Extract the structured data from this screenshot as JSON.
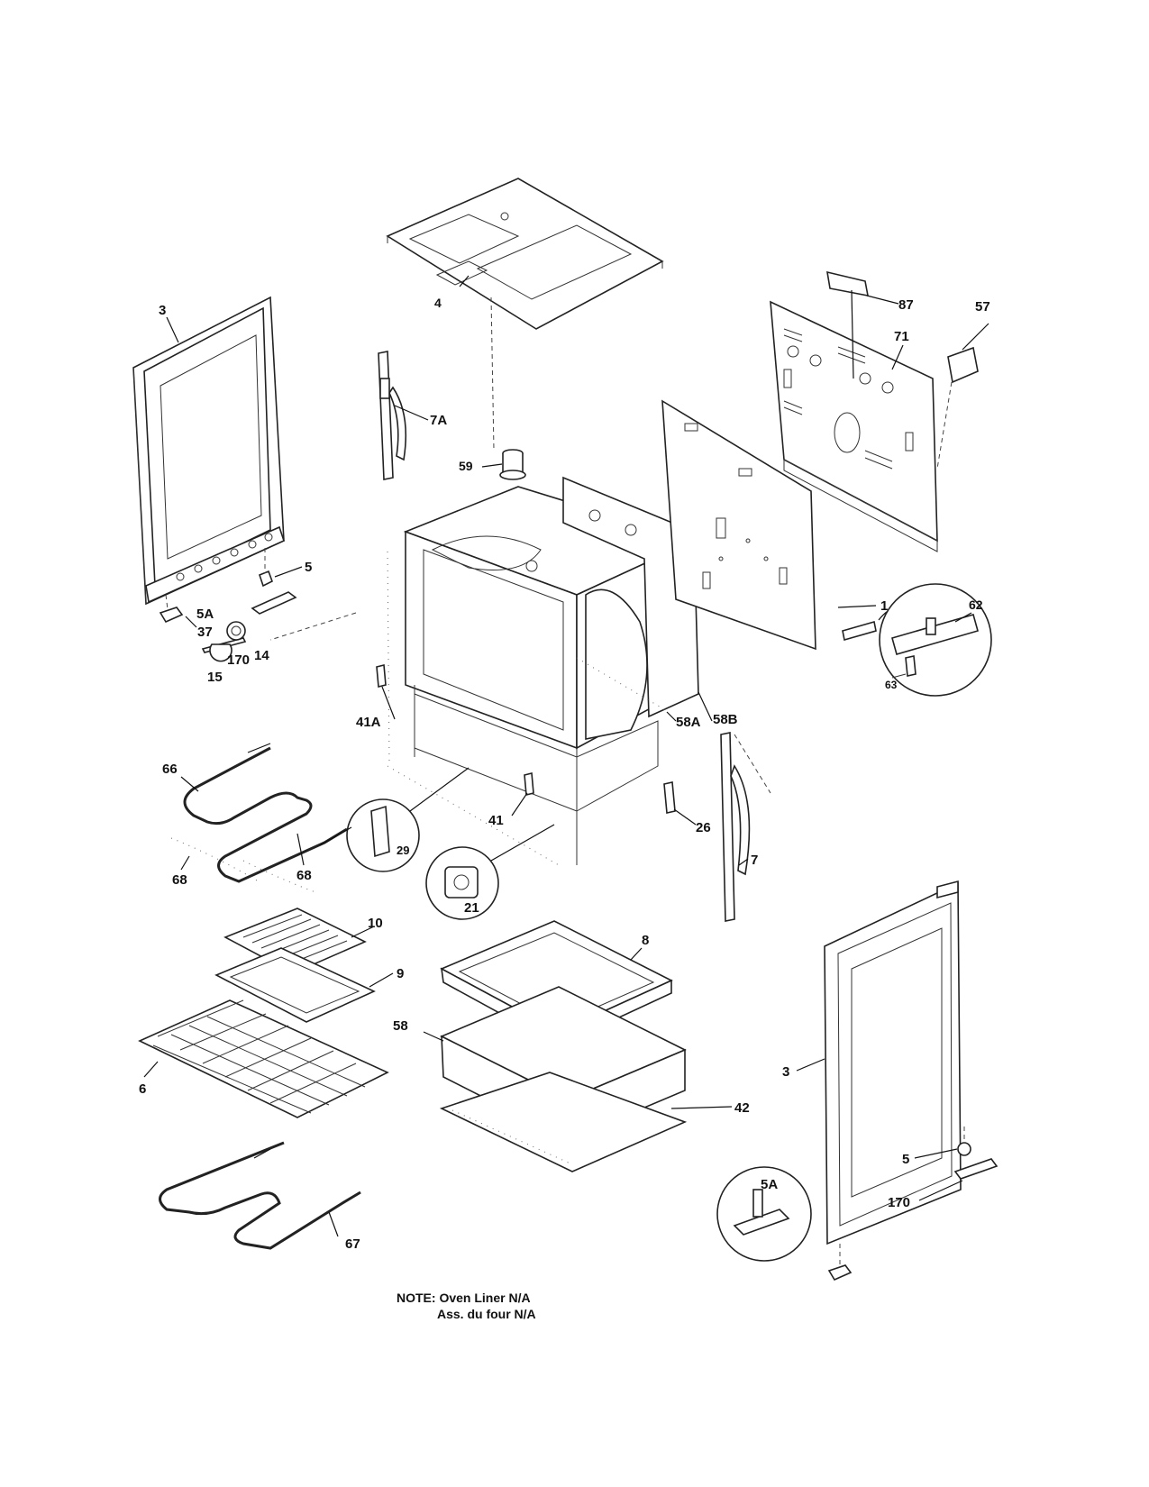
{
  "labels": [
    {
      "id": "p3-left",
      "text": "3"
    },
    {
      "id": "p4",
      "text": "4"
    },
    {
      "id": "p87",
      "text": "87"
    },
    {
      "id": "p57",
      "text": "57"
    },
    {
      "id": "p71",
      "text": "71"
    },
    {
      "id": "p7A",
      "text": "7A"
    },
    {
      "id": "p59",
      "text": "59"
    },
    {
      "id": "p5-left",
      "text": "5"
    },
    {
      "id": "p5A-left",
      "text": "5A"
    },
    {
      "id": "p37",
      "text": "37"
    },
    {
      "id": "p170-left",
      "text": "170"
    },
    {
      "id": "p14",
      "text": "14"
    },
    {
      "id": "p15",
      "text": "15"
    },
    {
      "id": "p1",
      "text": "1"
    },
    {
      "id": "p62",
      "text": "62"
    },
    {
      "id": "p63",
      "text": "63"
    },
    {
      "id": "p41A",
      "text": "41A"
    },
    {
      "id": "p58A",
      "text": "58A"
    },
    {
      "id": "p58B",
      "text": "58B"
    },
    {
      "id": "p66",
      "text": "66"
    },
    {
      "id": "p29",
      "text": "29"
    },
    {
      "id": "p41",
      "text": "41"
    },
    {
      "id": "p26",
      "text": "26"
    },
    {
      "id": "p7",
      "text": "7"
    },
    {
      "id": "p68-left",
      "text": "68"
    },
    {
      "id": "p68-right",
      "text": "68"
    },
    {
      "id": "p21",
      "text": "21"
    },
    {
      "id": "p10",
      "text": "10"
    },
    {
      "id": "p9",
      "text": "9"
    },
    {
      "id": "p8",
      "text": "8"
    },
    {
      "id": "p58",
      "text": "58"
    },
    {
      "id": "p6",
      "text": "6"
    },
    {
      "id": "p42",
      "text": "42"
    },
    {
      "id": "p3-right",
      "text": "3"
    },
    {
      "id": "p5A-right",
      "text": "5A"
    },
    {
      "id": "p5-right",
      "text": "5"
    },
    {
      "id": "p170-right",
      "text": "170"
    },
    {
      "id": "p67",
      "text": "67"
    }
  ],
  "note": {
    "line1": "NOTE: Oven Liner N/A",
    "line2": "Ass. du four N/A"
  }
}
